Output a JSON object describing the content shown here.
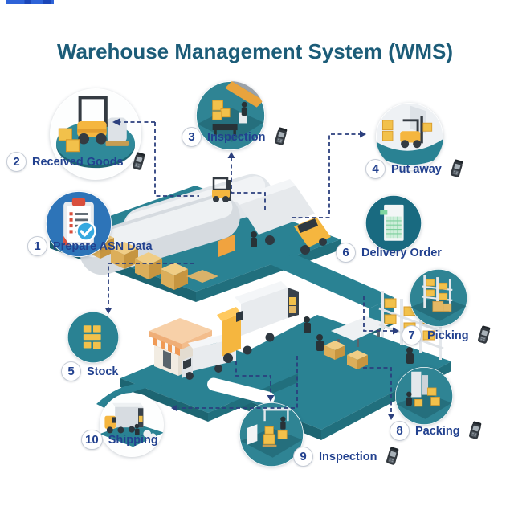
{
  "title": "Warehouse Management System (WMS)",
  "steps": [
    {
      "number": "1",
      "label": "Prepare ASN Data",
      "icon": "clipboard-check-icon",
      "scanner": false
    },
    {
      "number": "2",
      "label": "Received Goods",
      "icon": "forklift-unloading-icon",
      "scanner": true
    },
    {
      "number": "3",
      "label": "Inspection",
      "icon": "inbound-inspection-icon",
      "scanner": true
    },
    {
      "number": "4",
      "label": "Put away",
      "icon": "forklift-putaway-icon",
      "scanner": true
    },
    {
      "number": "5",
      "label": "Stock",
      "icon": "stock-blocks-icon",
      "scanner": false
    },
    {
      "number": "6",
      "label": "Delivery Order",
      "icon": "delivery-order-document-icon",
      "scanner": false
    },
    {
      "number": "7",
      "label": "Picking",
      "icon": "rack-picking-icon",
      "scanner": true
    },
    {
      "number": "8",
      "label": "Packing",
      "icon": "packing-station-icon",
      "scanner": true
    },
    {
      "number": "9",
      "label": "Inspection",
      "icon": "outbound-inspection-icon",
      "scanner": true
    },
    {
      "number": "10",
      "label": "Shipping",
      "icon": "truck-loading-icon",
      "scanner": false
    }
  ],
  "colors": {
    "title_text": "#1c5c78",
    "step_text": "#22418f",
    "connector": "#2b3f7d",
    "platform_teal": "#2a8293",
    "accent_yellow": "#f5b63f"
  }
}
